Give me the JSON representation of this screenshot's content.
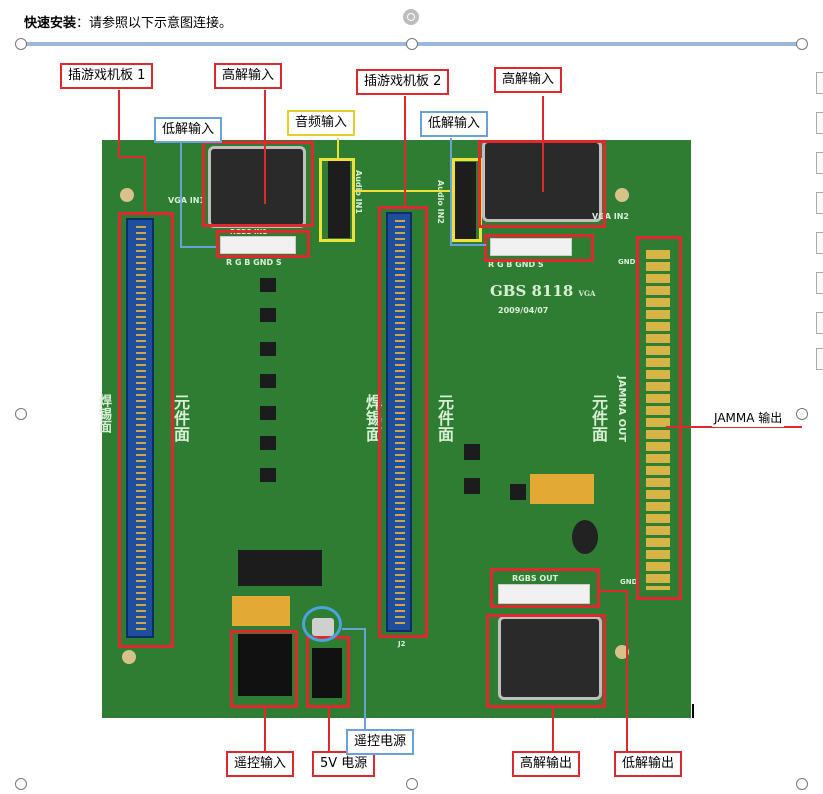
{
  "header": {
    "title_bold": "快速安装",
    "title_text": "：请参照以下示意图连接。"
  },
  "labels": {
    "slot1": "插游戏机板 1",
    "hires_in_1": "高解输入",
    "lores_in_1": "低解输入",
    "audio_in": "音频输入",
    "slot2": "插游戏机板 2",
    "lores_in_2": "低解输入",
    "hires_in_2": "高解输入",
    "jamma_out": "JAMMA 输出",
    "remote_in": "遥控输入",
    "power_5v": "5V 电源",
    "remote_power": "遥控电源",
    "hires_out": "高解输出",
    "lores_out": "低解输出"
  },
  "board": {
    "model": "GBS 8118",
    "model_suffix": "VGA",
    "date": "2009/04/07",
    "rgbs_in": "RGBS IN1",
    "rgbs_pins": "R  G  B  GND  S",
    "vga_in1": "VGA IN1",
    "vga_in2": "VGA IN2",
    "audio_in1": "Audio IN1",
    "audio_in2": "Audio IN2",
    "rgbs_out": "RGBS OUT",
    "jamma_silk": "JAMMA OUT",
    "parts_side_1": "元件面",
    "solder_side": "焊锡面",
    "parts_side_2": "元件面",
    "parts_side_3": "元件面",
    "solder_side_1": "焊锡面",
    "gnd": "GND",
    "j2": "J2"
  },
  "colors": {
    "board_green": "#2e7d32",
    "label_red": "#e0282f",
    "label_blue": "#6aa1d8",
    "label_yellow": "#e6cf2a"
  }
}
